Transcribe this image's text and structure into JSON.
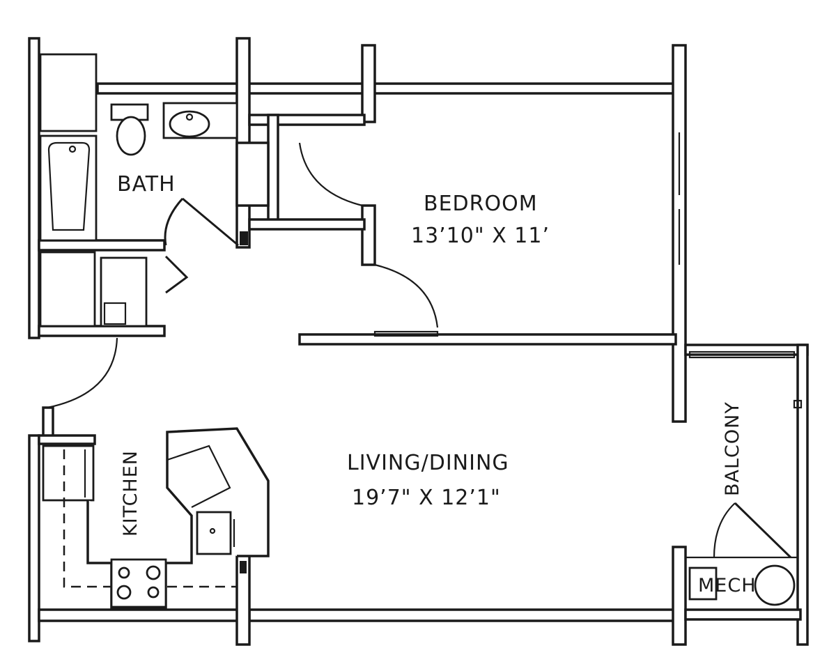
{
  "rooms": {
    "bath": {
      "name": "BATH"
    },
    "bedroom": {
      "name": "BEDROOM",
      "dimensions": "13’10\" X 11’"
    },
    "living": {
      "name": "LIVING/DINING",
      "dimensions": "19’7\" X 12’1\""
    },
    "kitchen": {
      "name": "KITCHEN"
    },
    "balcony": {
      "name": "BALCONY"
    },
    "mech": {
      "name": "MECH"
    }
  },
  "colors": {
    "ink": "#1a1a1a",
    "paper": "#ffffff"
  }
}
